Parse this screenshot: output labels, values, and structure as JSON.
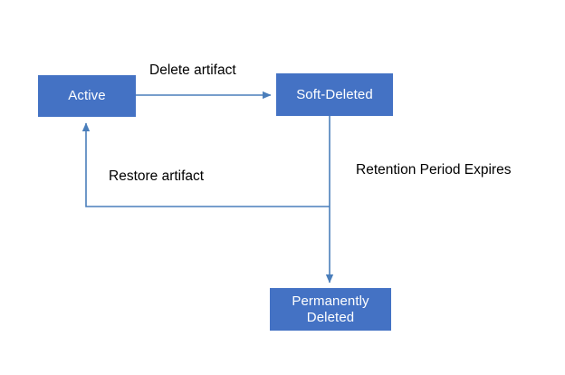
{
  "diagram": {
    "type": "state-transition-diagram",
    "background_color": "#FFFFFF",
    "node_fill_color": "#4472C4",
    "node_text_color": "#FFFFFF",
    "edge_color": "#4A7EBB",
    "label_text_color": "#000000",
    "nodes": [
      {
        "id": "active",
        "label": "Active"
      },
      {
        "id": "soft-deleted",
        "label": "Soft-Deleted"
      },
      {
        "id": "permanently-deleted",
        "label": "Permanently\nDeleted"
      }
    ],
    "edges": [
      {
        "id": "delete-artifact",
        "label": "Delete artifact",
        "from": "Active",
        "to": "Soft-Deleted"
      },
      {
        "id": "restore-artifact",
        "label": "Restore artifact",
        "from": "Soft-Deleted",
        "to": "Active"
      },
      {
        "id": "retention-expires",
        "label": "Retention Period Expires",
        "from": "Soft-Deleted",
        "to": "Permanently Deleted"
      }
    ]
  }
}
